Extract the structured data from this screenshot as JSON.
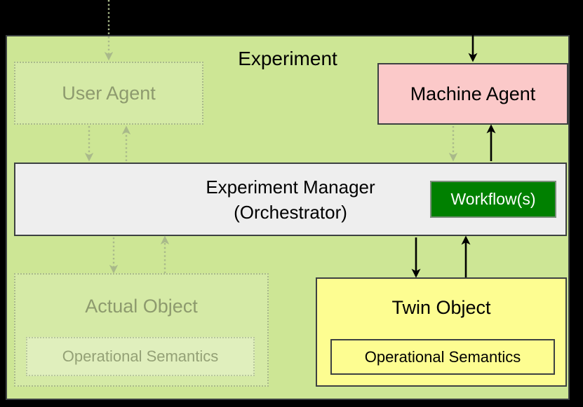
{
  "diagram": {
    "title": "Experiment",
    "background_color": "#cde695",
    "border_color": "#3d4142",
    "nodes": [
      {
        "id": "user-agent",
        "label": "User Agent",
        "state": "faded",
        "fill": "rgba(255,255,255,0.16)",
        "text_color": "#8d9a6e"
      },
      {
        "id": "machine-agent",
        "label": "Machine Agent",
        "state": "active",
        "fill": "#fbc9c9",
        "text_color": "#000000"
      },
      {
        "id": "experiment-manager",
        "label": "Experiment Manager\n(Orchestrator)",
        "label_line1": "Experiment Manager",
        "label_line2": "(Orchestrator)",
        "state": "active",
        "fill": "#eeeeee",
        "text_color": "#000000"
      },
      {
        "id": "workflow-box",
        "label": "Workflow(s)",
        "state": "active",
        "fill": "#008000",
        "text_color": "#ffffff"
      },
      {
        "id": "actual-object",
        "label": "Actual Object",
        "state": "faded",
        "fill": "rgba(255,255,255,0.16)",
        "text_color": "#8d9a6e",
        "inner_label": "Operational Semantics"
      },
      {
        "id": "twin-object",
        "label": "Twin Object",
        "state": "active",
        "fill": "#fdfd91",
        "text_color": "#000000",
        "inner_label": "Operational Semantics"
      }
    ],
    "edges": [
      {
        "id": "to-user-agent",
        "style": "dotted-faded",
        "direction": "down",
        "color": "#a9b98a"
      },
      {
        "id": "to-machine-agent",
        "style": "solid",
        "direction": "down",
        "color": "#000000"
      },
      {
        "id": "user-agent-to-manager",
        "style": "dotted-faded",
        "direction": "down",
        "color": "#a9b98a"
      },
      {
        "id": "manager-to-user-agent",
        "style": "dotted-faded",
        "direction": "up",
        "color": "#a9b98a"
      },
      {
        "id": "machine-agent-to-manager",
        "style": "dotted-faded",
        "direction": "down",
        "color": "#a9b98a"
      },
      {
        "id": "manager-to-machine-agent",
        "style": "solid",
        "direction": "up",
        "color": "#000000"
      },
      {
        "id": "manager-to-actual-object",
        "style": "dotted-faded",
        "direction": "down",
        "color": "#a9b98a"
      },
      {
        "id": "actual-object-to-manager",
        "style": "dotted-faded",
        "direction": "up",
        "color": "#a9b98a"
      },
      {
        "id": "manager-to-twin-object",
        "style": "solid",
        "direction": "down",
        "color": "#000000"
      },
      {
        "id": "twin-object-to-manager",
        "style": "solid",
        "direction": "up",
        "color": "#000000"
      }
    ]
  }
}
